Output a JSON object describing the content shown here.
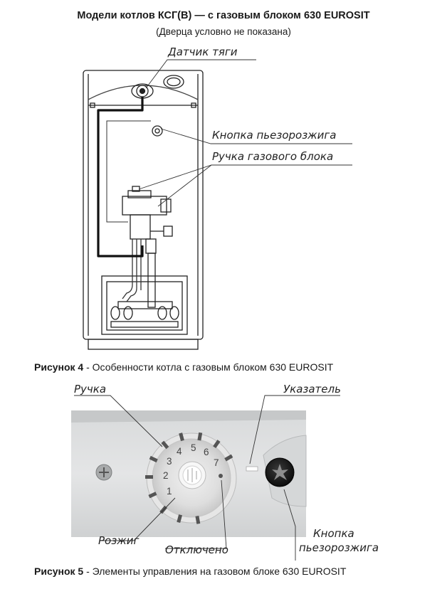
{
  "header": {
    "title": "Модели котлов КСГ(В) — с газовым блоком 630 EUROSIT",
    "subtitle": "(Дверца условно не показана)"
  },
  "figure4": {
    "callouts": {
      "draft_sensor": "Датчик тяги",
      "piezo_button": "Кнопка пьезорозжига",
      "gas_block_handle": "Ручка газового блока"
    },
    "caption_label": "Рисунок 4",
    "caption_text": " - Особенности котла с газовым блоком 630 EUROSIT"
  },
  "figure5": {
    "callouts": {
      "handle": "Ручка",
      "pointer": "Указатель",
      "ignition": "Розжиг",
      "off": "Отключено",
      "piezo_line1": "Кнопка",
      "piezo_line2": "пьезорозжига"
    },
    "dial_numbers": [
      "1",
      "2",
      "3",
      "4",
      "5",
      "6",
      "7"
    ],
    "caption_label": "Рисунок 5",
    "caption_text": " - Элементы управления на газовом блоке 630 EUROSIT"
  }
}
